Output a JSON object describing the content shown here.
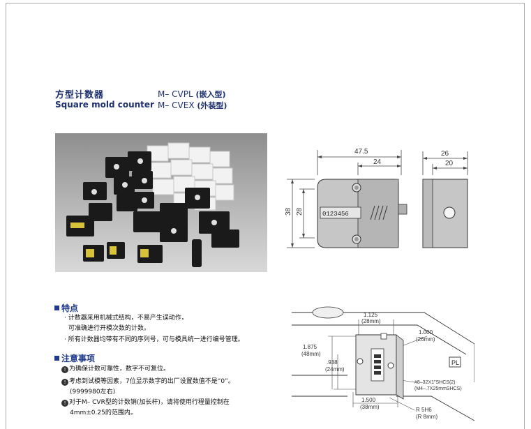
{
  "header": {
    "title_cn": "方型计数器",
    "title_en": "Square mold counter",
    "model1_code": "M– CVPL",
    "model1_type": "(嵌入型)",
    "model2_code": "M– CVEX",
    "model2_type": "(外装型)"
  },
  "drawing_front": {
    "dim_width": "47.5",
    "dim_half": "24",
    "dim_height": "38",
    "dim_inner": "28",
    "counter_digits": "0123456"
  },
  "drawing_side": {
    "dim_width": "26",
    "dim_inner": "20"
  },
  "features": {
    "heading": "特点",
    "items": [
      "计数器采用机械式结构，不易产生误动作，",
      "可准确进行开模次数的计数。",
      "所有计数器均带有不同的序列号，可与模具统一进行编号管理。"
    ]
  },
  "notes": {
    "heading": "注意事项",
    "items": [
      "为确保计数可靠性，数字不可复位。",
      "考虑到试模等因素，7位显示数字的出厂设置数值不是“0”。",
      "(9999980左右)",
      "对于M– CVR型的计数销(加长杆)，请将使用行程量控制在",
      "4mm±0.25的范围内。"
    ]
  },
  "install_drawing": {
    "d1": "1.125",
    "d1_mm": "(28mm)",
    "d2": "1.000",
    "d2_mm": "(26mm)",
    "d3": "1.875",
    "d3_mm": "(48mm)",
    "d4": ".938",
    "d4_mm": "(24mm)",
    "d5": "1.500",
    "d5_mm": "(38mm)",
    "screw1": "#8–32X1\"SHCS(2)",
    "screw2": "(M4–.7X25mmSHCS)",
    "r1": "R 5H6",
    "r2": "(R 8mm)",
    "badge": "PL"
  }
}
